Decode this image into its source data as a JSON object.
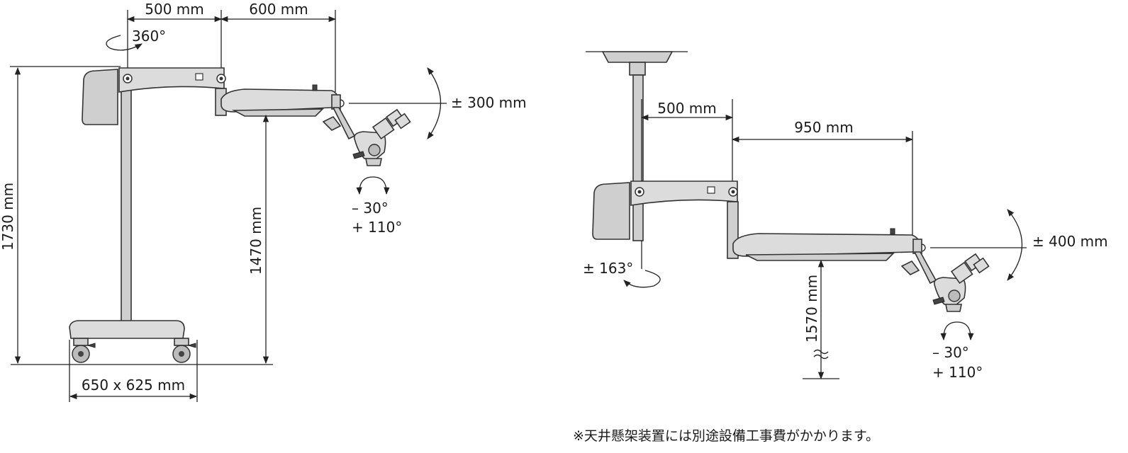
{
  "floor_stand": {
    "arm1_width": "500 mm",
    "arm2_width": "600 mm",
    "rotation": "360°",
    "total_height": "1730 mm",
    "pivot_height": "1470 mm",
    "vertical_travel": "± 300 mm",
    "tilt_minus": "– 30°",
    "tilt_plus": "+ 110°",
    "base_size": "650 x 625 mm"
  },
  "ceiling_mount": {
    "arm1_width": "500 mm",
    "arm2_width": "950 mm",
    "vertical_travel": "± 400 mm",
    "rotation": "± 163°",
    "pivot_height": "1570 mm",
    "tilt_minus": "– 30°",
    "tilt_plus": "+ 110°"
  },
  "footnote": "※天井懸架装置には別途設備工事費がかかります。"
}
